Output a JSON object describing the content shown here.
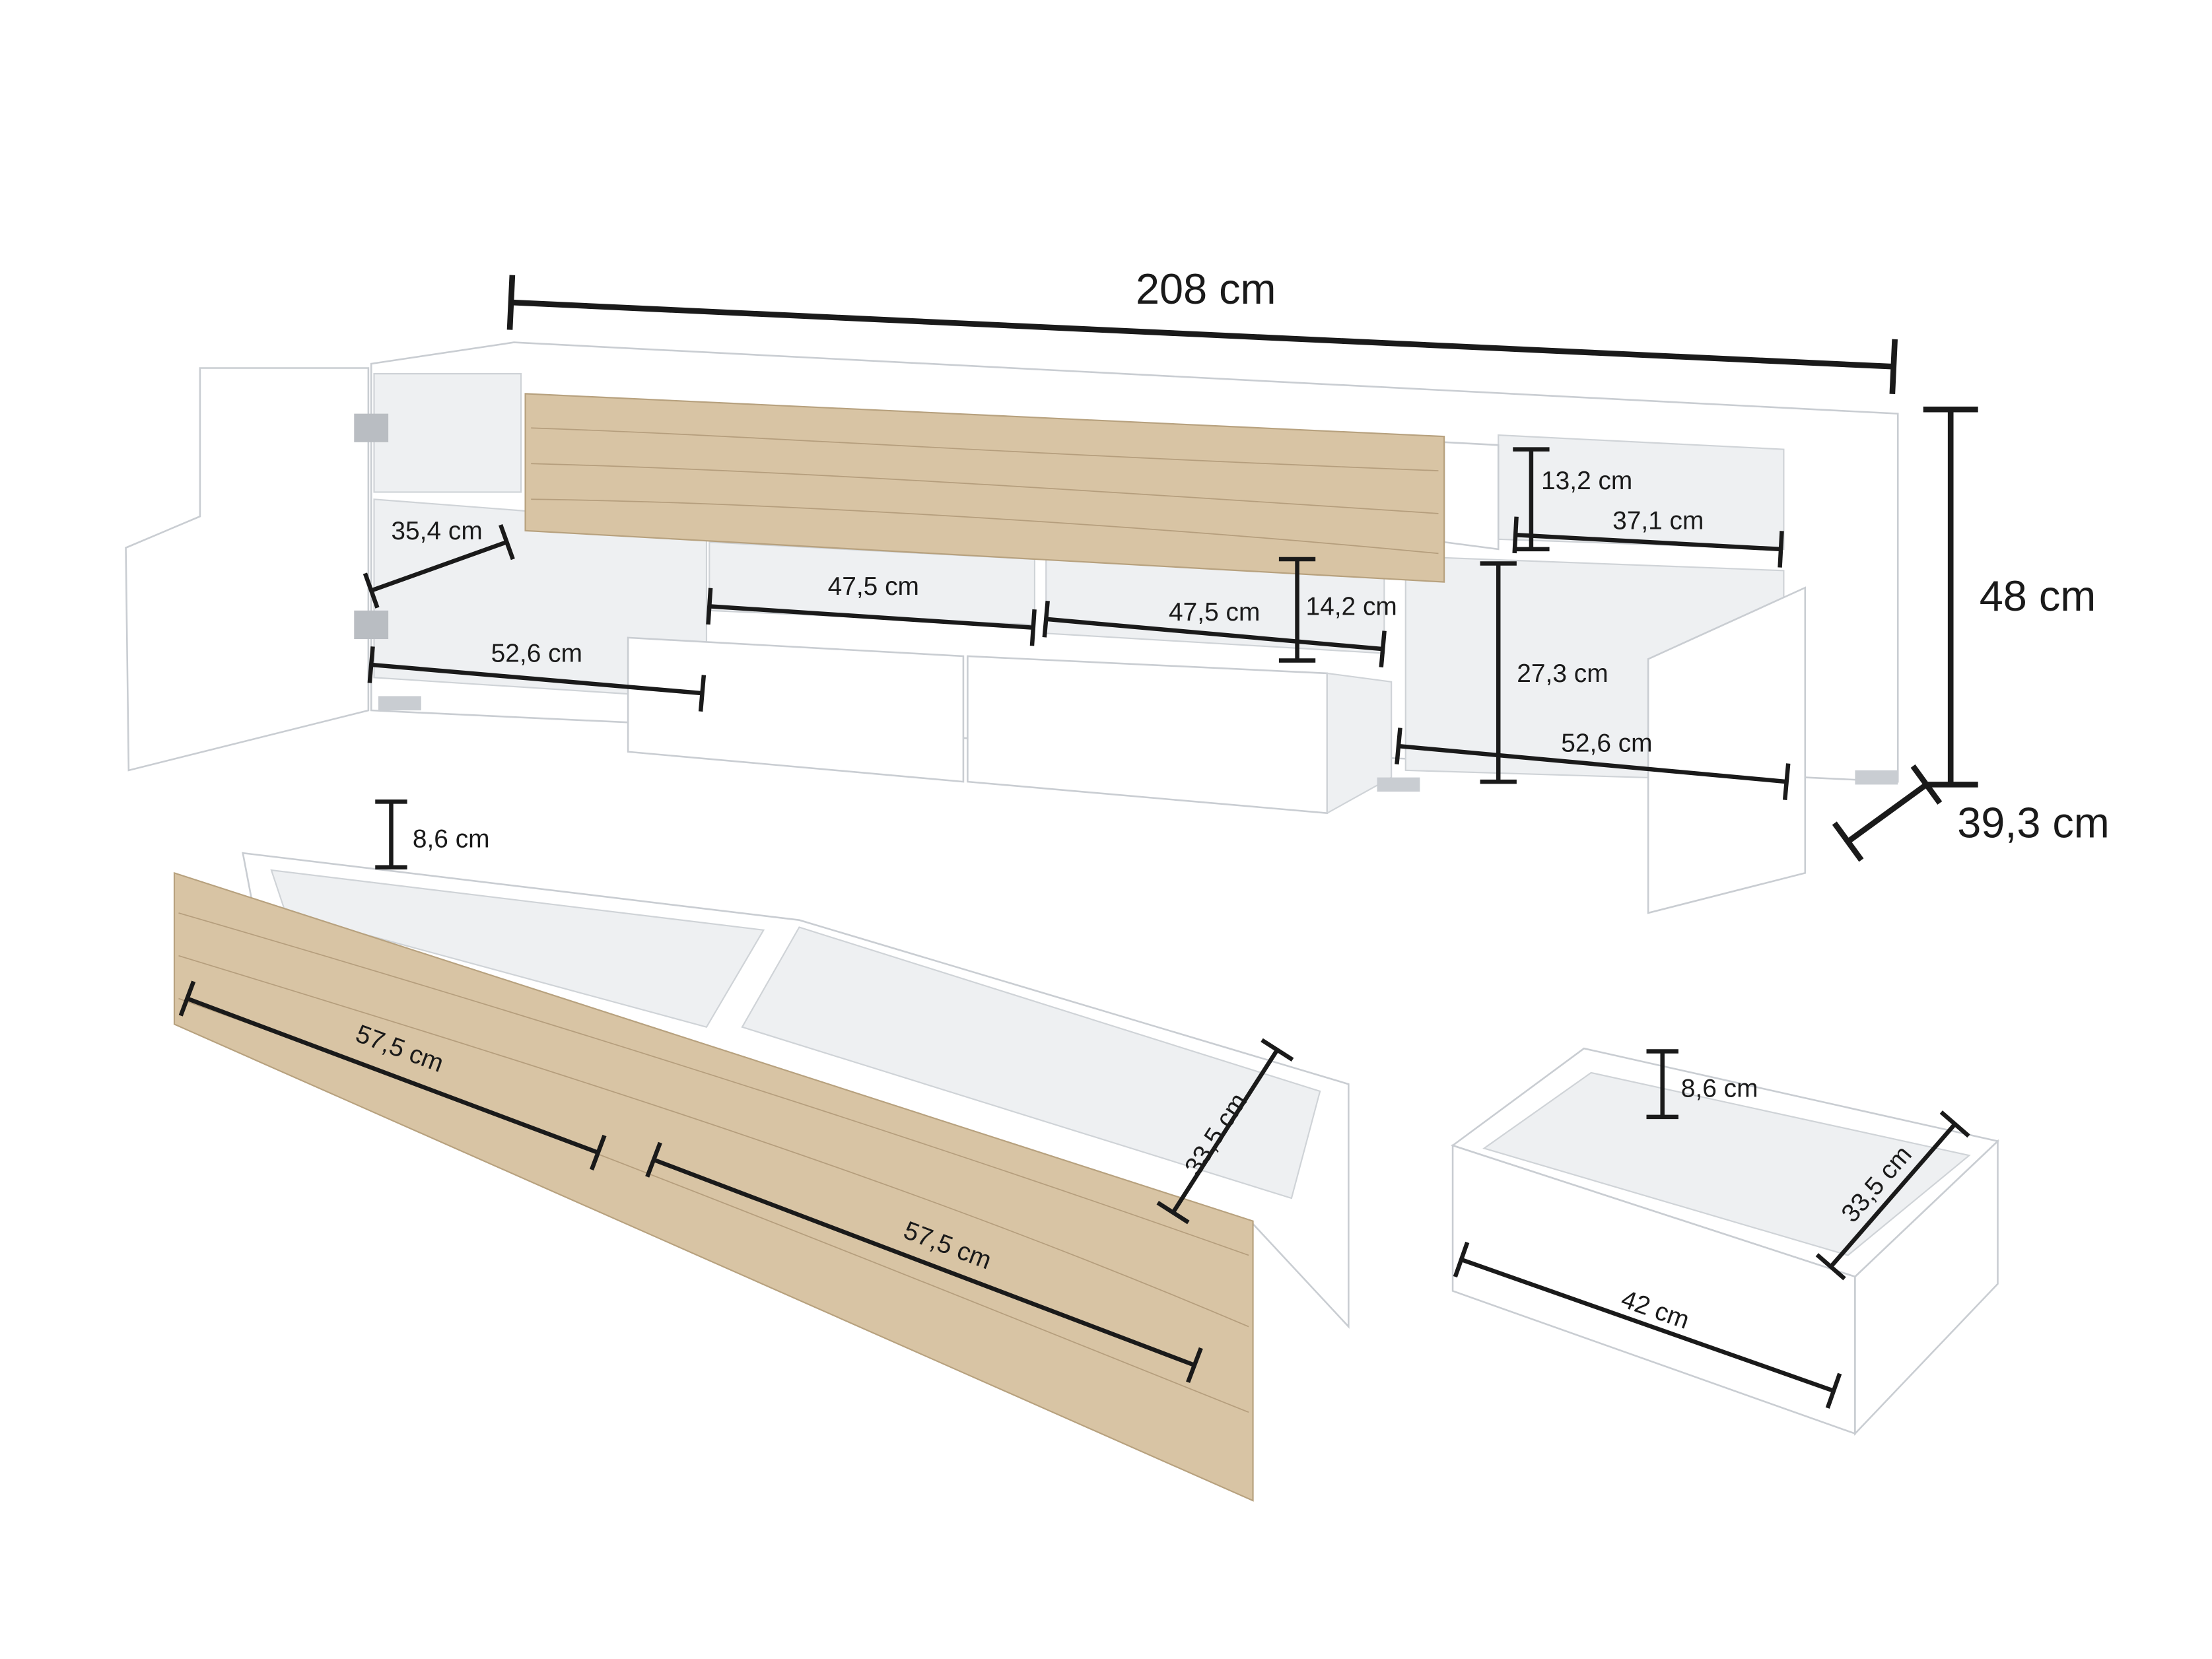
{
  "colors": {
    "oak": "#d8c4a4",
    "white_gloss": "#ffffff",
    "interior": "#eef0f2",
    "dimension_line": "#1a1a1a"
  },
  "cabinet": {
    "width": "208 cm",
    "height": "48 cm",
    "depth": "39,3 cm",
    "left_compartment_depth": "35,4 cm",
    "left_compartment_width": "52,6 cm",
    "center_shelf_left_width": "47,5 cm",
    "center_shelf_right_width": "47,5 cm",
    "center_shelf_height": "14,2 cm",
    "right_top_height": "13,2 cm",
    "right_top_width": "37,1 cm",
    "right_lower_height": "27,3 cm",
    "right_lower_width": "52,6 cm"
  },
  "long_drawer": {
    "height": "8,6 cm",
    "left_width": "57,5 cm",
    "right_width": "57,5 cm",
    "depth": "33,5 cm"
  },
  "small_drawer": {
    "height": "8,6 cm",
    "depth": "33,5 cm",
    "width": "42 cm"
  }
}
